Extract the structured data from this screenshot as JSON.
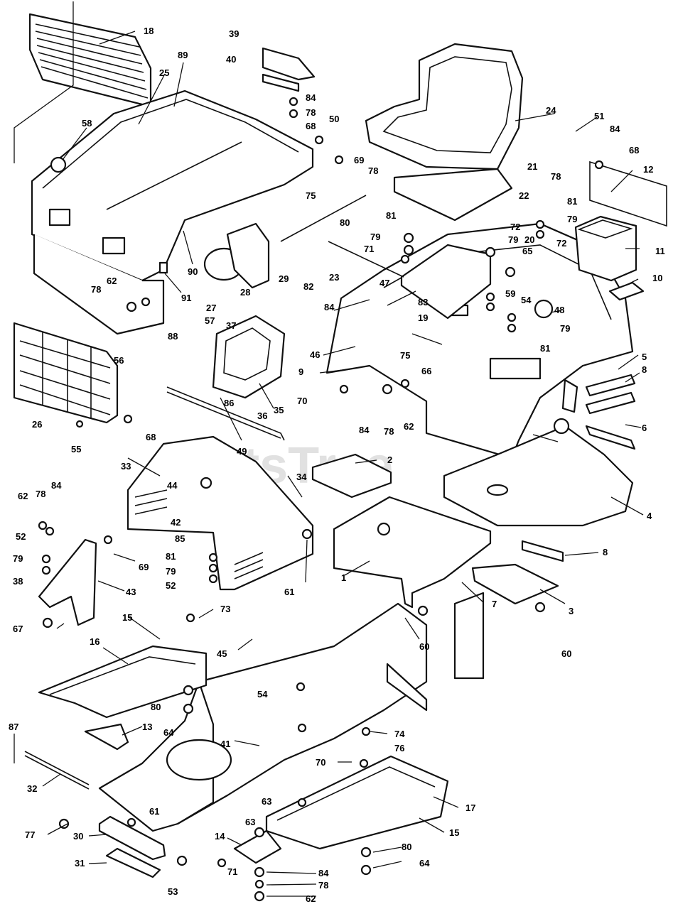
{
  "watermark": {
    "text": "PartsTree",
    "tm": "TM"
  },
  "callouts": [
    {
      "label": "18"
    },
    {
      "label": "89"
    },
    {
      "label": "25"
    },
    {
      "label": "58"
    },
    {
      "label": "90"
    },
    {
      "label": "91"
    },
    {
      "label": "62"
    },
    {
      "label": "78"
    },
    {
      "label": "39"
    },
    {
      "label": "40"
    },
    {
      "label": "84"
    },
    {
      "label": "78"
    },
    {
      "label": "68"
    },
    {
      "label": "50"
    },
    {
      "label": "69"
    },
    {
      "label": "78"
    },
    {
      "label": "75"
    },
    {
      "label": "29"
    },
    {
      "label": "28"
    },
    {
      "label": "27"
    },
    {
      "label": "80"
    },
    {
      "label": "82"
    },
    {
      "label": "23"
    },
    {
      "label": "81"
    },
    {
      "label": "79"
    },
    {
      "label": "71"
    },
    {
      "label": "24"
    },
    {
      "label": "51"
    },
    {
      "label": "84"
    },
    {
      "label": "68"
    },
    {
      "label": "78"
    },
    {
      "label": "12"
    },
    {
      "label": "21"
    },
    {
      "label": "22"
    },
    {
      "label": "81"
    },
    {
      "label": "79"
    },
    {
      "label": "72"
    },
    {
      "label": "79"
    },
    {
      "label": "20"
    },
    {
      "label": "65"
    },
    {
      "label": "72"
    },
    {
      "label": "11"
    },
    {
      "label": "10"
    },
    {
      "label": "47"
    },
    {
      "label": "83"
    },
    {
      "label": "84"
    },
    {
      "label": "19"
    },
    {
      "label": "59"
    },
    {
      "label": "54"
    },
    {
      "label": "48"
    },
    {
      "label": "79"
    },
    {
      "label": "81"
    },
    {
      "label": "46"
    },
    {
      "label": "75"
    },
    {
      "label": "9"
    },
    {
      "label": "66"
    },
    {
      "label": "5"
    },
    {
      "label": "8"
    },
    {
      "label": "6"
    },
    {
      "label": "57"
    },
    {
      "label": "37"
    },
    {
      "label": "88"
    },
    {
      "label": "56"
    },
    {
      "label": "26"
    },
    {
      "label": "68"
    },
    {
      "label": "55"
    },
    {
      "label": "36"
    },
    {
      "label": "35"
    },
    {
      "label": "86"
    },
    {
      "label": "70"
    },
    {
      "label": "84"
    },
    {
      "label": "78"
    },
    {
      "label": "62"
    },
    {
      "label": "49"
    },
    {
      "label": "2"
    },
    {
      "label": "4"
    },
    {
      "label": "33"
    },
    {
      "label": "44"
    },
    {
      "label": "34"
    },
    {
      "label": "62"
    },
    {
      "label": "78"
    },
    {
      "label": "84"
    },
    {
      "label": "52"
    },
    {
      "label": "79"
    },
    {
      "label": "38"
    },
    {
      "label": "69"
    },
    {
      "label": "43"
    },
    {
      "label": "67"
    },
    {
      "label": "42"
    },
    {
      "label": "85"
    },
    {
      "label": "81"
    },
    {
      "label": "79"
    },
    {
      "label": "52"
    },
    {
      "label": "61"
    },
    {
      "label": "1"
    },
    {
      "label": "8"
    },
    {
      "label": "7"
    },
    {
      "label": "3"
    },
    {
      "label": "60"
    },
    {
      "label": "60"
    },
    {
      "label": "73"
    },
    {
      "label": "15"
    },
    {
      "label": "16"
    },
    {
      "label": "45"
    },
    {
      "label": "80"
    },
    {
      "label": "54"
    },
    {
      "label": "64"
    },
    {
      "label": "13"
    },
    {
      "label": "87"
    },
    {
      "label": "41"
    },
    {
      "label": "74"
    },
    {
      "label": "70"
    },
    {
      "label": "76"
    },
    {
      "label": "32"
    },
    {
      "label": "63"
    },
    {
      "label": "17"
    },
    {
      "label": "61"
    },
    {
      "label": "15"
    },
    {
      "label": "77"
    },
    {
      "label": "30"
    },
    {
      "label": "63"
    },
    {
      "label": "14"
    },
    {
      "label": "80"
    },
    {
      "label": "71"
    },
    {
      "label": "84"
    },
    {
      "label": "64"
    },
    {
      "label": "31"
    },
    {
      "label": "53"
    },
    {
      "label": "78"
    },
    {
      "label": "62"
    }
  ]
}
